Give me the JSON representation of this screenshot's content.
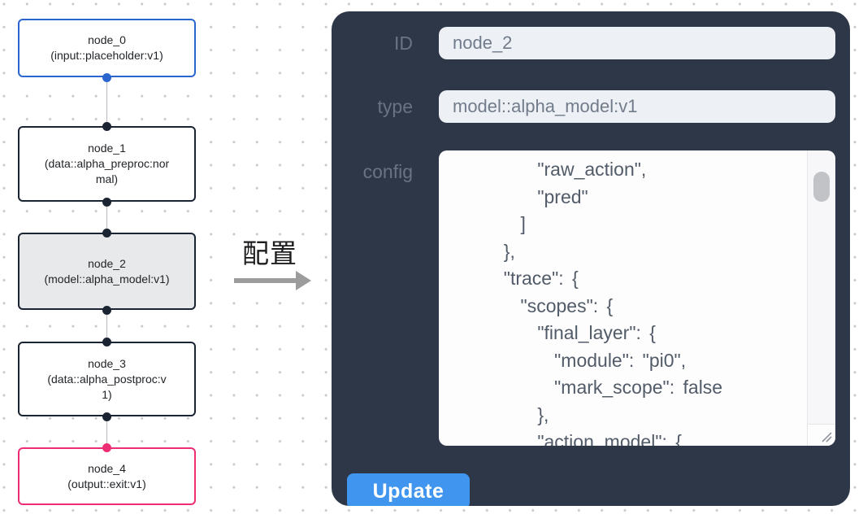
{
  "flowchart": {
    "nodes": [
      {
        "name": "node_0",
        "type": "(input::placeholder:v1)",
        "category": "input",
        "border_color": "#2b66cf",
        "bg": "#ffffff",
        "selected": false
      },
      {
        "name": "node_1",
        "type": "(data::alpha_preproc:normal)",
        "category": "data",
        "border_color": "#1b2433",
        "bg": "#ffffff",
        "selected": false
      },
      {
        "name": "node_2",
        "type": "(model::alpha_model:v1)",
        "category": "model",
        "border_color": "#1b2433",
        "bg": "#e8e9ea",
        "selected": true
      },
      {
        "name": "node_3",
        "type": "(data::alpha_postproc:v1)",
        "category": "data",
        "border_color": "#1b2433",
        "bg": "#ffffff",
        "selected": false
      },
      {
        "name": "node_4",
        "type": "(output::exit:v1)",
        "category": "output",
        "border_color": "#ee2e74",
        "bg": "#ffffff",
        "selected": false
      }
    ],
    "handle_colors": {
      "input": "#2b66cf",
      "default": "#1b2433",
      "output": "#ee2e74"
    },
    "edge_color": "#b6bac1"
  },
  "transition": {
    "label": "配置",
    "arrow_color": "#9c9c9c"
  },
  "panel": {
    "bg": "#2d3748",
    "fields": [
      {
        "label": "ID",
        "value": "node_2"
      },
      {
        "label": "type",
        "value": "model::alpha_model:v1"
      }
    ],
    "config": {
      "label": "config",
      "visible_text": "      \"raw_action\",\n      \"pred\"\n    ]\n  },\n  \"trace\": {\n    \"scopes\": {\n      \"final_layer\": {\n        \"module\": \"pi0\",\n        \"mark_scope\": false\n      },\n      \"action_model\": {"
    },
    "update_label": "Update",
    "accent_blue": "#4095ef"
  }
}
